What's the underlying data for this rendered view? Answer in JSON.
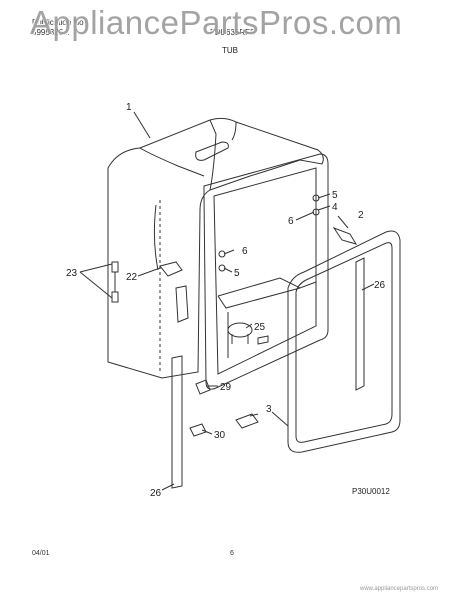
{
  "watermark": "AppliancePartsPros.com",
  "header": {
    "publication_label": "Publication No",
    "publication_no": "5995326...",
    "model_label": "FDB635RFS",
    "section": "TUB"
  },
  "callouts": {
    "c1": "1",
    "c2": "2",
    "c3": "3",
    "c4": "4",
    "c5a": "5",
    "c5b": "5",
    "c6a": "6",
    "c6b": "6",
    "c22": "22",
    "c23": "23",
    "c25": "25",
    "c26a": "26",
    "c26b": "26",
    "c29": "29",
    "c30": "30"
  },
  "diagram_code": "P30U0012",
  "footer": {
    "date": "04/01",
    "page": "6",
    "credit": "www.appliancepartspros.com"
  }
}
